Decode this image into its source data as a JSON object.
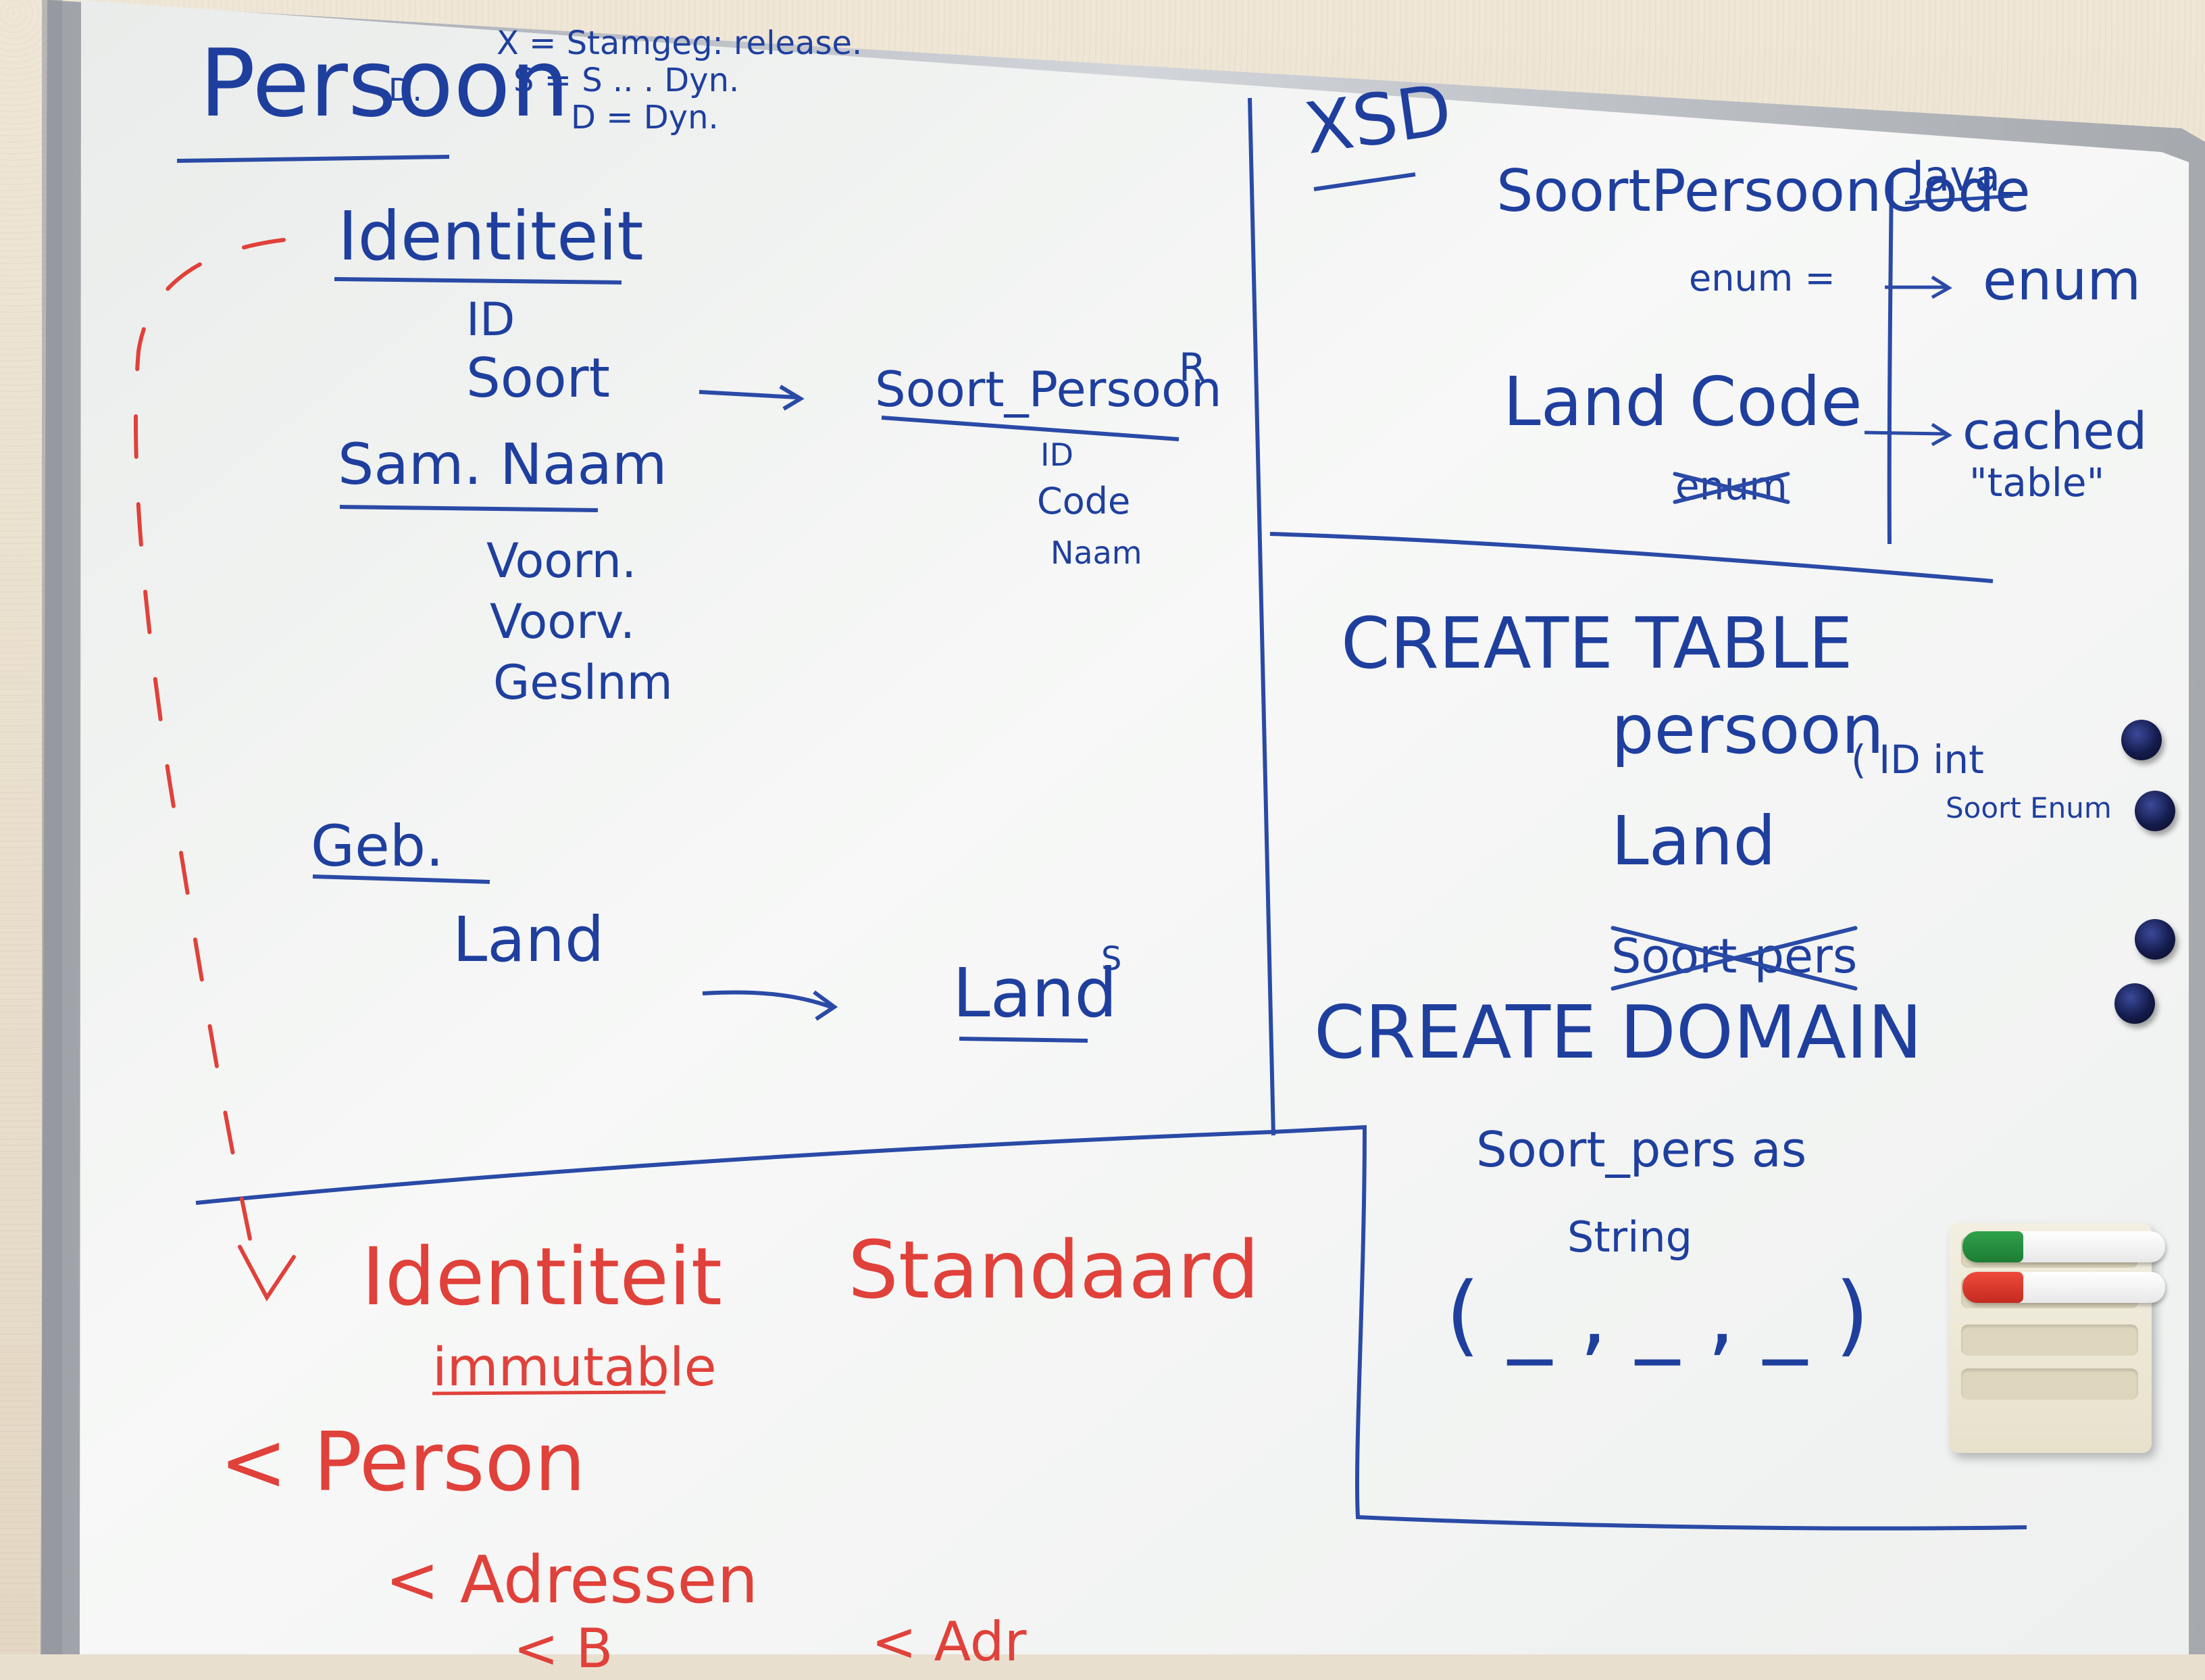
{
  "board": {
    "ink_blue": "#1f3f9e",
    "ink_red": "#e0413a",
    "frame_color": "#b9bcc2",
    "surface_color": "#f4f6f4"
  },
  "left": {
    "title": "Persoon",
    "title_sup": "D.",
    "legend": [
      "X = Stamgeg: release.",
      "S = S ..    . Dyn.",
      "D = Dyn."
    ],
    "identiteit": "Identiteit",
    "fields_identiteit": [
      "ID",
      "Soort"
    ],
    "soort_persoon": "Soort_Persoon",
    "soort_persoon_sup": "R",
    "soort_persoon_fields": [
      "ID",
      "Code",
      "Naam"
    ],
    "samnaam": "Sam. Naam",
    "fields_samnaam": [
      "Voorn.",
      "Voorv.",
      "Geslnm"
    ],
    "geb": "Geb.",
    "land_field": "Land",
    "land_table": "Land",
    "land_table_sup": "S"
  },
  "xsd": {
    "title": "XSD",
    "java": "Java",
    "soort_code": "SoortPersoonCode",
    "enum_left": "enum =",
    "enum_right": "enum",
    "land_code": "Land Code",
    "crossed": "enum",
    "cached": "cached",
    "table_q": "\"table\""
  },
  "sql": {
    "create_table": "CREATE TABLE",
    "persoon": "persoon",
    "cols": "( ID  int",
    "soort": "Soort  Enum",
    "land": "Land",
    "soort_pers": "Soort-pers",
    "create_domain": "CREATE DOMAIN",
    "domain_def": "Soort_pers as",
    "string": "String",
    "values": "( _ , _ , _ )"
  },
  "bottom": {
    "identiteit": "Identiteit",
    "immutable": "immutable",
    "standaard": "Standaard",
    "xml_person": "< Person",
    "xml_adressen": "< Adressen",
    "xml_b": "< B",
    "xml_adr": "< Adr"
  }
}
